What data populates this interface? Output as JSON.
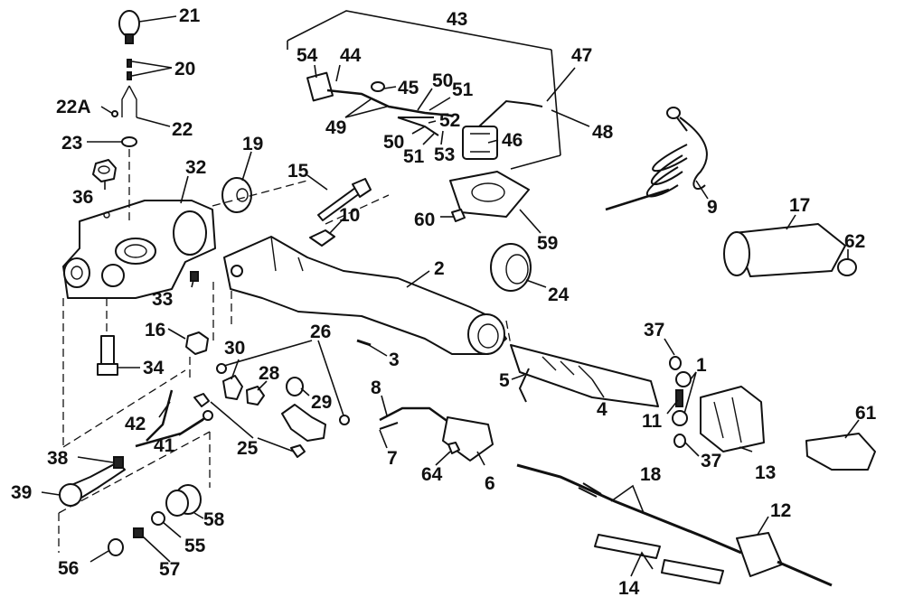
{
  "labels": {
    "p1": "1",
    "p2": "2",
    "p3": "3",
    "p4": "4",
    "p5": "5",
    "p6": "6",
    "p7": "7",
    "p8": "8",
    "p9": "9",
    "p10": "10",
    "p11": "11",
    "p12": "12",
    "p13": "13",
    "p14": "14",
    "p15": "15",
    "p16": "16",
    "p17": "17",
    "p18": "18",
    "p19": "19",
    "p20": "20",
    "p21": "21",
    "p22": "22",
    "p22a": "22A",
    "p23": "23",
    "p24": "24",
    "p25": "25",
    "p26": "26",
    "p28": "28",
    "p29": "29",
    "p30": "30",
    "p32": "32",
    "p33": "33",
    "p34": "34",
    "p36": "36",
    "p37a": "37",
    "p37b": "37",
    "p38": "38",
    "p39": "39",
    "p41": "41",
    "p42": "42",
    "p43": "43",
    "p44": "44",
    "p45": "45",
    "p46": "46",
    "p47": "47",
    "p48": "48",
    "p49": "49",
    "p50a": "50",
    "p50b": "50",
    "p51a": "51",
    "p51b": "51",
    "p52": "52",
    "p53": "53",
    "p54": "54",
    "p55": "55",
    "p56": "56",
    "p57": "57",
    "p58": "58",
    "p59": "59",
    "p60": "60",
    "p61": "61",
    "p62": "62",
    "p64": "64"
  }
}
